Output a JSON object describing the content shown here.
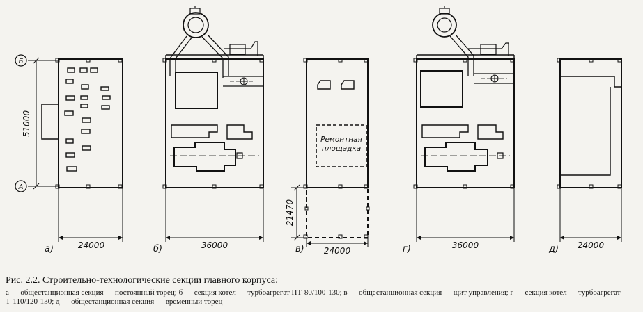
{
  "figure": {
    "sections": [
      {
        "letter": "а)",
        "width": "24000"
      },
      {
        "letter": "б)",
        "width": "36000"
      },
      {
        "letter": "в)",
        "width": "24000"
      },
      {
        "letter": "г)",
        "width": "36000"
      },
      {
        "letter": "д)",
        "width": "24000"
      }
    ],
    "axes": {
      "top": "Б",
      "bottom": "А"
    },
    "height_dim": "51000",
    "extension_dim": "21470",
    "repair_area": [
      "Ремонтная",
      "площадка"
    ]
  },
  "caption": {
    "title": "Рис. 2.2. Строительно-технологические секции главного корпуса:",
    "description": "а — общестанционная секция — постоянный торец; б — секция котел — турбоагрегат ПТ-80/100-130; в — общестанционная секция — щит управления; г — секция котел — турбоагрегат Т-110/120-130; д — общестанционная секция — временный торец"
  }
}
